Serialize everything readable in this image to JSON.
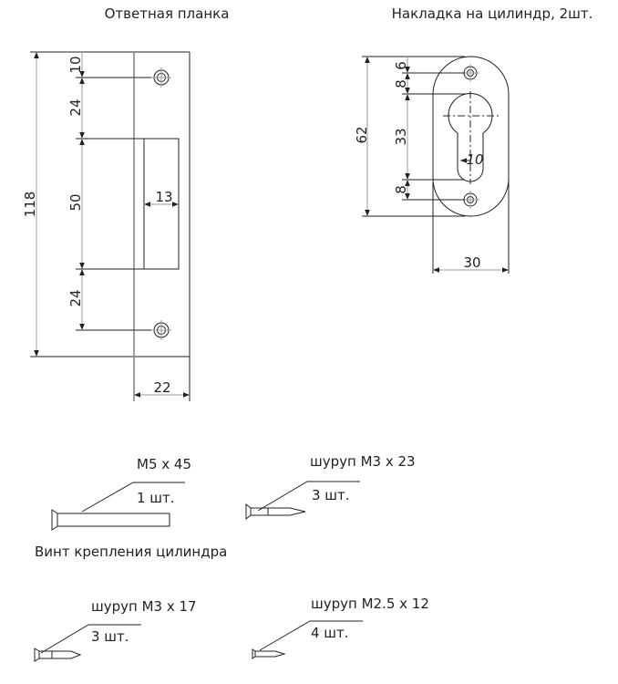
{
  "strike_plate": {
    "title": "Ответная планка",
    "dims": {
      "total_height": "118",
      "top_offset": "10",
      "hole_to_slot_top": "24",
      "slot_height": "50",
      "slot_to_hole_bottom": "24",
      "slot_width": "13",
      "plate_width": "22"
    }
  },
  "escutcheon": {
    "title": "Накладка на цилиндр, 2шт.",
    "dims": {
      "total_height": "62",
      "top_offset": "6",
      "hole_to_keyhole": "8",
      "keyhole_height": "33",
      "keyhole_to_hole": "8",
      "slot_width": "10",
      "width": "30"
    }
  },
  "fasteners": [
    {
      "spec": "M5 x 45",
      "qty": "1 шт.",
      "caption": "Винт крепления цилиндра"
    },
    {
      "spec": "шуруп М3 х 23",
      "qty": "3 шт."
    },
    {
      "spec": "шуруп М3 х 17",
      "qty": "3 шт."
    },
    {
      "spec": "шуруп М2.5 х 12",
      "qty": "4 шт."
    }
  ]
}
